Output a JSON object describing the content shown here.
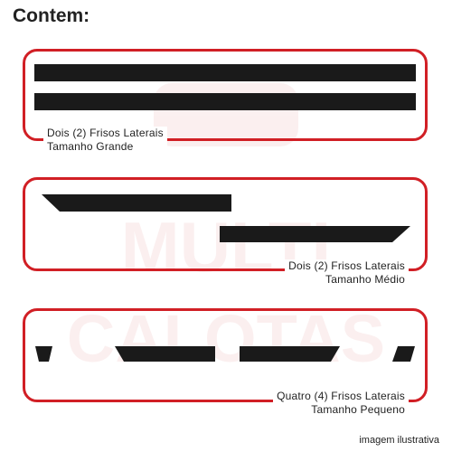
{
  "heading": "Contem:",
  "watermark": {
    "line1": "MULTI",
    "line2": "CALOTAS"
  },
  "panels": [
    {
      "line1": "Dois (2) Frisos Laterais",
      "line2": "Tamanho Grande"
    },
    {
      "line1": "Dois (2) Frisos Laterais",
      "line2": "Tamanho Médio"
    },
    {
      "line1": "Quatro (4) Frisos Laterais",
      "line2": "Tamanho Pequeno"
    }
  ],
  "caption": "imagem ilustrativa",
  "colors": {
    "border": "#d11f25",
    "strip": "#1a1a1a"
  }
}
